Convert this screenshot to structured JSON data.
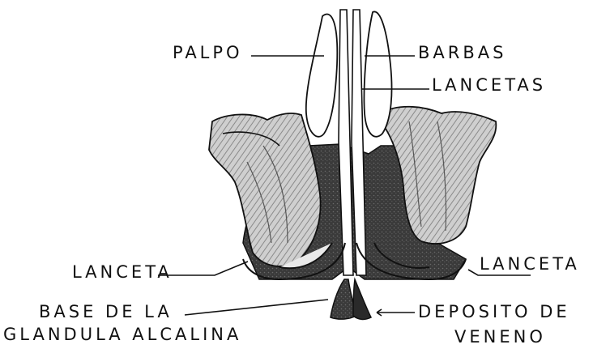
{
  "labels": {
    "palpo": "PALPO",
    "barbas": "BARBAS",
    "lancetas": "LANCETAS",
    "lanceta_left": "LANCETA",
    "lanceta_right": "LANCETA",
    "base_line1": "BASE DE LA",
    "base_line2": "GLANDULA ALCALINA",
    "deposito_line1": "DEPOSITO DE",
    "deposito_line2": "VENENO"
  },
  "colors": {
    "ink": "#111111",
    "dark_fill": "#3a3a3a",
    "mid_fill": "#8a8a8a",
    "light_fill": "#d9d9d9",
    "background": "#ffffff"
  }
}
